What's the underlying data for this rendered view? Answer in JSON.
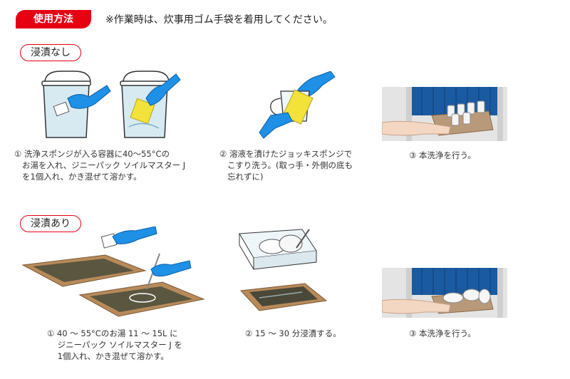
{
  "header": {
    "usage_label": "使用方法",
    "note": "※作業時は、炊事用ゴム手袋を着用してください。"
  },
  "sections": [
    {
      "title": "浸漬なし",
      "steps": [
        {
          "caption": "① 洗浄スポンジが入る容器に40～55°Cの\n   お湯を入れ、ジニーパック ソイルマスター J\n   を1個入れ、かき混ぜて溶かす。"
        },
        {
          "caption": "② 溶液を漬けたジョッキスポンジで\n   こすり洗う。(取っ手・外側の底も\n   忘れずに)"
        },
        {
          "caption": "③ 本洗浄を行う。"
        }
      ]
    },
    {
      "title": "浸漬あり",
      "steps": [
        {
          "caption": "① 40 ～ 55°Cのお湯 11 ～ 15L に\n    ジニーパック ソイルマスター J を\n    1個入れ、かき混ぜて溶かす。"
        },
        {
          "caption": "② 15 ～ 30 分浸漬する。"
        },
        {
          "caption": "③ 本洗浄を行う。"
        }
      ]
    }
  ],
  "colors": {
    "accent": "#e60012",
    "glove": "#1e90e6",
    "sponge": "#f2e23a",
    "tray_rim": "#b88a5a",
    "tray_inner": "#5a5640",
    "water": "#d7eaf2",
    "rack_blue": "#1a5aa0"
  }
}
